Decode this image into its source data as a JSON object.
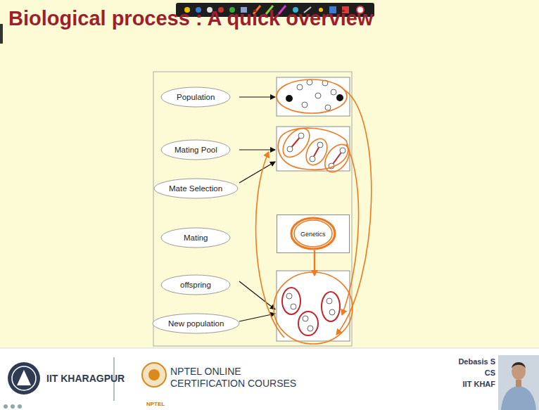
{
  "diagram": {
    "title": "Biological process : A quick overview",
    "nodes": [
      {
        "text": [
          "Population"
        ]
      },
      {
        "text": [
          "Mating Pool"
        ]
      },
      {
        "text": [
          "Mate Selection"
        ]
      },
      {
        "text": [
          "Mating"
        ]
      },
      {
        "text": [
          "offspring"
        ]
      },
      {
        "text": [
          "New population"
        ]
      },
      {
        "text": [
          "Genetics"
        ]
      }
    ],
    "labels": [
      "IIT KHARAGPUR",
      "NPTEL ONLINE",
      "CERTIFICATION COURSES",
      "NPTEL",
      "Debasis S",
      "CS",
      "IIT KHAF"
    ]
  }
}
